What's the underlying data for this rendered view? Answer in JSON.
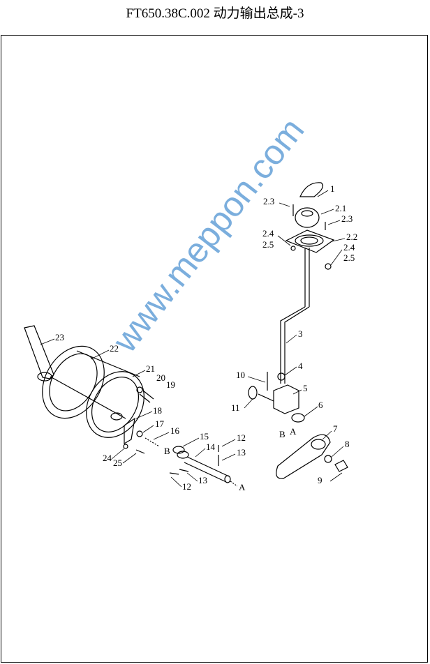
{
  "title": "FT650.38C.002  动力输出总成-3",
  "watermark": "www.meppon.com",
  "part_labels": [
    "1",
    "2.1",
    "2.3",
    "2.3",
    "2.4",
    "2.5",
    "2.2",
    "2.4",
    "2.5",
    "3",
    "4",
    "10",
    "5",
    "11",
    "6",
    "7",
    "8",
    "9",
    "23",
    "22",
    "21",
    "20",
    "19",
    "18",
    "17",
    "16",
    "15",
    "12",
    "14",
    "13",
    "24",
    "25",
    "13",
    "12"
  ],
  "direction_marks": [
    "A",
    "B",
    "B",
    "A"
  ]
}
